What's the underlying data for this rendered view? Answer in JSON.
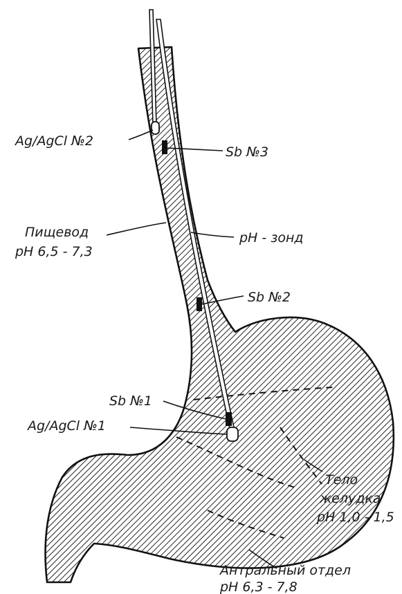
{
  "labels": {
    "ref_electrode_2": "Ag/AgCl №2",
    "sb_3": "Sb №3",
    "esophagus_name": "Пищевод",
    "esophagus_ph": "pH 6,5 - 7,3",
    "ph_probe": "pH - зонд",
    "sb_2": "Sb №2",
    "sb_1": "Sb №1",
    "ref_electrode_1": "Ag/AgCl №1",
    "body_name_1": "Тело",
    "body_name_2": "желудка",
    "body_ph": "pH 1,0 - 1,5",
    "antrum_name": "Антральный отдел",
    "antrum_ph": "pH 6,3 - 7,8"
  },
  "colors": {
    "ink": "#111111",
    "paper": "#ffffff"
  }
}
